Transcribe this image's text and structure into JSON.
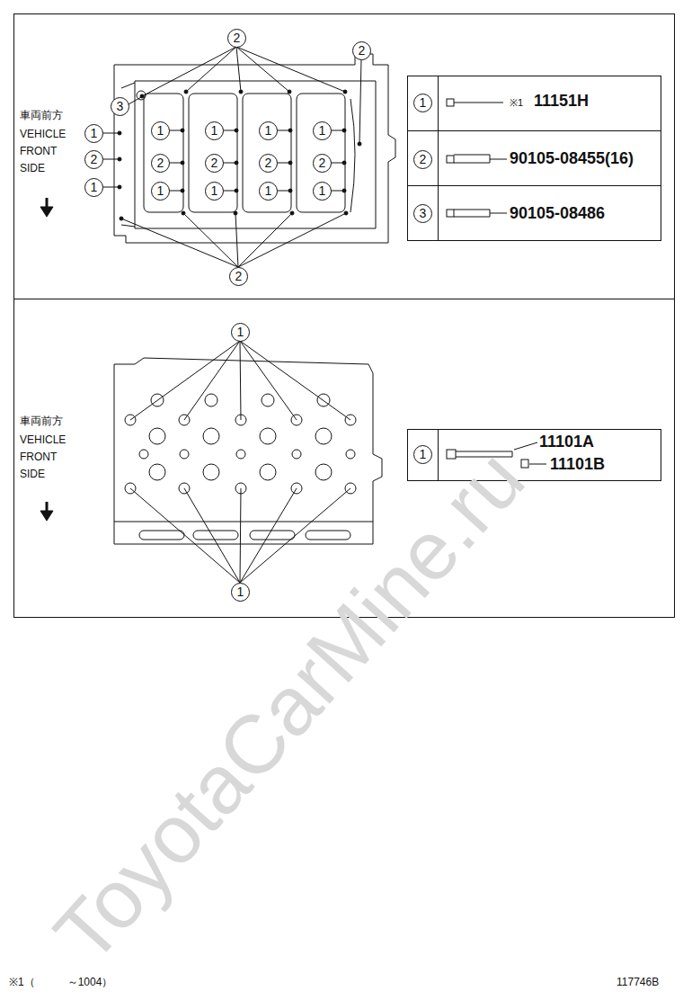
{
  "diagram": {
    "labels": [
      "2",
      "2",
      "3",
      "1",
      "2",
      "1",
      "1",
      "1",
      "1",
      "1",
      "2",
      "2",
      "2",
      "2",
      "1",
      "1",
      "1",
      "1",
      "2",
      "車両前方",
      "VEHICLE FRONT SIDE",
      "1",
      "※1",
      "11151H",
      "2",
      "90105-08455(16)",
      "3",
      "90105-08486",
      "1",
      "1",
      "車両前方",
      "VEHICLE FRONT SIDE",
      "1",
      "11101A",
      "11101B",
      "※1（　　　～1004）",
      "117746B",
      "ToyotaCarMine.ru"
    ]
  }
}
